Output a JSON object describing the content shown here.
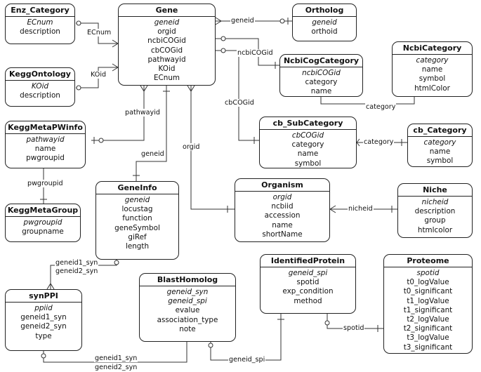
{
  "entities": {
    "enz_category": {
      "title": "Enz_Category",
      "key": "ECnum",
      "fields": [
        "description"
      ]
    },
    "gene": {
      "title": "Gene",
      "key": "geneid",
      "fields": [
        "orgid",
        "ncbiCOGid",
        "cbCOGid",
        "pathwayid",
        "KOid",
        "ECnum"
      ]
    },
    "ortholog": {
      "title": "Ortholog",
      "key": "geneid",
      "fields": [
        "orthoid"
      ]
    },
    "kegg_ontology": {
      "title": "KeggOntology",
      "key": "KOid",
      "fields": [
        "description"
      ]
    },
    "ncbi_cog_category": {
      "title": "NcbiCogCategory",
      "key": "ncbiCOGid",
      "fields": [
        "category",
        "name"
      ]
    },
    "ncbi_category": {
      "title": "NcbiCategory",
      "key": "category",
      "fields": [
        "name",
        "symbol",
        "htmlColor"
      ]
    },
    "kegg_meta_pwinfo": {
      "title": "KeggMetaPWinfo",
      "key": "pathwayid",
      "fields": [
        "name",
        "pwgroupid"
      ]
    },
    "cb_subcategory": {
      "title": "cb_SubCategory",
      "key": "cbCOGid",
      "fields": [
        "category",
        "name",
        "symbol"
      ]
    },
    "cb_category": {
      "title": "cb_Category",
      "key": "category",
      "fields": [
        "name",
        "symbol"
      ]
    },
    "gene_info": {
      "title": "GeneInfo",
      "key": "geneid",
      "fields": [
        "locustag",
        "function",
        "geneSymbol",
        "giRef",
        "length"
      ]
    },
    "organism": {
      "title": "Organism",
      "key": "orgid",
      "fields": [
        "ncbiid",
        "accession",
        "name",
        "shortName"
      ]
    },
    "niche": {
      "title": "Niche",
      "key": "nicheid",
      "fields": [
        "description",
        "group",
        "htmlcolor"
      ]
    },
    "kegg_meta_group": {
      "title": "KeggMetaGroup",
      "key": "pwgroupid",
      "fields": [
        "groupname"
      ]
    },
    "identified_protein": {
      "title": "IdentifiedProtein",
      "key": "geneid_spi",
      "fields": [
        "spotid",
        "exp_condition",
        "method"
      ]
    },
    "proteome": {
      "title": "Proteome",
      "key": "spotid",
      "fields": [
        "t0_logValue",
        "t0_significant",
        "t1_logValue",
        "t1_significant",
        "t2_logValue",
        "t2_significant",
        "t3_logValue",
        "t3_significant"
      ]
    },
    "blast_homolog": {
      "title": "BlastHomolog",
      "keys": [
        "geneid_syn",
        "geneid_spi"
      ],
      "fields": [
        "evalue",
        "association_type",
        "note"
      ]
    },
    "syn_ppi": {
      "title": "synPPI",
      "key": "ppiid",
      "fields": [
        "geneid1_syn",
        "geneid2_syn",
        "type"
      ]
    }
  },
  "relationships": {
    "ecnum": "ECnum",
    "koid": "KOid",
    "geneid_ortholog": "geneid",
    "ncbicogid": "ncbiCOGid",
    "category_ncbi": "category",
    "cbcogid": "cbCOGid",
    "category_cb": "category",
    "pathwayid": "pathwayid",
    "geneid_info": "geneid",
    "orgid": "orgid",
    "pwgroupid": "pwgroupid",
    "nicheid": "nicheid",
    "geneid1_syn_top": "geneid1_syn",
    "geneid2_syn_top": "geneid2_syn",
    "geneid1_syn_bottom": "geneid1_syn",
    "geneid2_syn_bottom": "geneid2_syn",
    "geneid_spi": "geneid_spi",
    "spotid": "spotid"
  }
}
